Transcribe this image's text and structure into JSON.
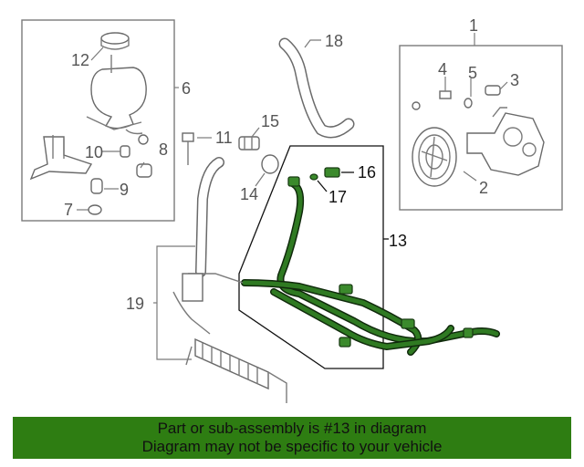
{
  "diagram": {
    "callouts": {
      "c1": "1",
      "c2": "2",
      "c3": "3",
      "c4": "4",
      "c5": "5",
      "c6": "6",
      "c7": "7",
      "c8": "8",
      "c9": "9",
      "c10": "10",
      "c11": "11",
      "c12": "12",
      "c13": "13",
      "c14": "14",
      "c15": "15",
      "c16": "16",
      "c17": "17",
      "c18": "18",
      "c19": "19"
    },
    "highlight_part": "13",
    "highlight_color": "#3b8a2c"
  },
  "banner": {
    "line1": "Part or sub-assembly is #13 in diagram",
    "line2": "Diagram may not be specific to your vehicle",
    "background": "#2e7d12"
  }
}
